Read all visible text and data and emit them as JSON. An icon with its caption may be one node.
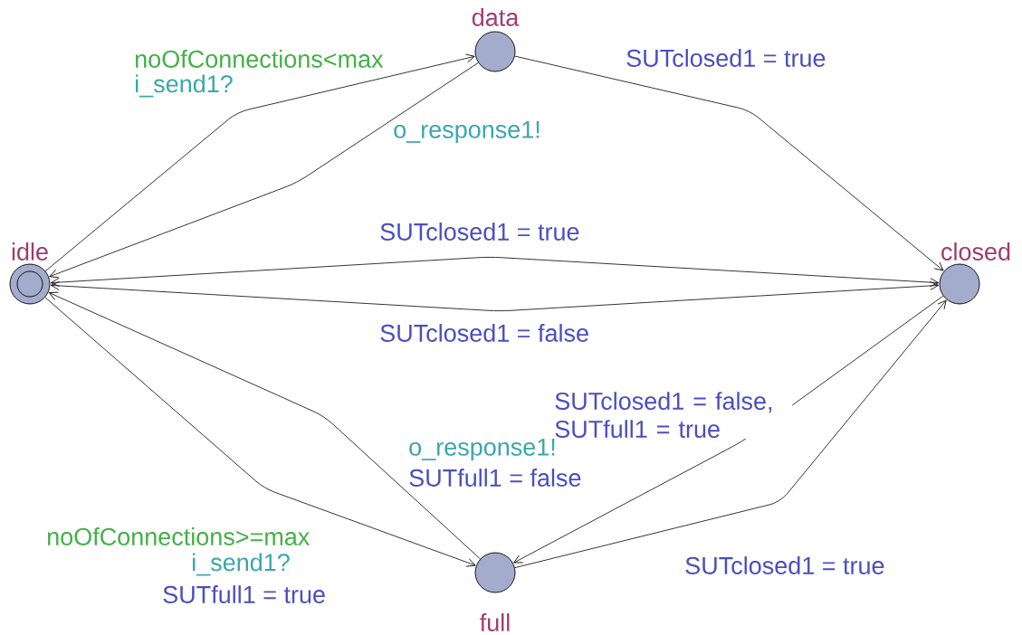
{
  "diagram": {
    "nodes": [
      {
        "text": [
          "idle"
        ]
      },
      {
        "text": [
          "data"
        ]
      },
      {
        "text": [
          "closed"
        ]
      },
      {
        "text": [
          "full"
        ]
      }
    ],
    "edges": [
      {
        "from": 0,
        "to": 1,
        "arrow": "to",
        "label": [
          {
            "text": "noOfConnections<max",
            "color": "#45b048"
          },
          {
            "text": "i_send1?",
            "color": "#3aa6ad"
          }
        ]
      },
      {
        "from": 1,
        "to": 0,
        "arrow": "to",
        "label": [
          {
            "text": "o_response1!",
            "color": "#3aa6ad"
          }
        ]
      },
      {
        "from": 1,
        "to": 2,
        "arrow": "to",
        "label": [
          {
            "text": "SUTclosed1 = true",
            "color": "#4b4fbf"
          }
        ]
      },
      {
        "from": 0,
        "to": 2,
        "arrow": "both",
        "label": [
          {
            "text": "SUTclosed1 = true",
            "color": "#4b4fbf"
          }
        ]
      },
      {
        "from": 2,
        "to": 0,
        "arrow": "both",
        "label": [
          {
            "text": "SUTclosed1 = false",
            "color": "#4b4fbf"
          }
        ]
      },
      {
        "from": 3,
        "to": 0,
        "arrow": "to",
        "label": [
          {
            "text": "o_response1!",
            "color": "#3aa6ad"
          },
          {
            "text": "SUTfull1 = false",
            "color": "#4b4fbf"
          }
        ]
      },
      {
        "from": 0,
        "to": 3,
        "arrow": "to",
        "label": [
          {
            "text": "noOfConnections>=max",
            "color": "#45b048"
          },
          {
            "text": "i_send1?",
            "color": "#3aa6ad"
          },
          {
            "text": "SUTfull1 = true",
            "color": "#4b4fbf"
          }
        ]
      },
      {
        "from": 2,
        "to": 3,
        "arrow": "to",
        "label": [
          {
            "text": "SUTclosed1 = false, SUTfull1 = true",
            "color": "#4b4fbf"
          }
        ]
      },
      {
        "from": 3,
        "to": 2,
        "arrow": "to",
        "label": [
          {
            "text": "SUTclosed1 = true",
            "color": "#4b4fbf"
          }
        ]
      }
    ]
  }
}
